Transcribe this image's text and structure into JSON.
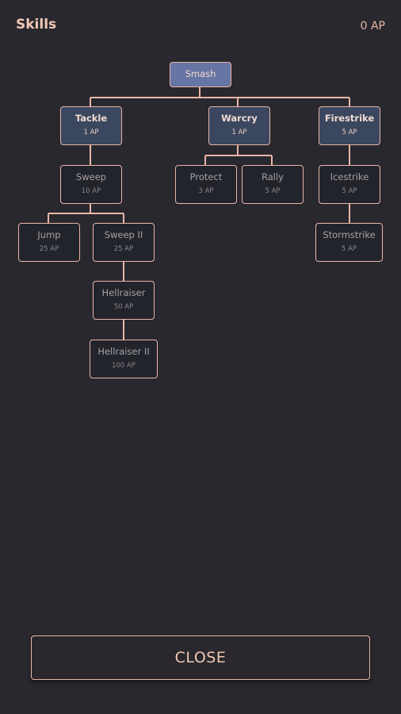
{
  "header": {
    "title": "Skills",
    "ap": "0 AP"
  },
  "colors": {
    "background": "#29282e",
    "accent": "#e9b6a6",
    "root_fill": "#6675a3",
    "learnable_fill": "#3b475f",
    "locked_fill": "#22242c"
  },
  "skills": {
    "smash": {
      "name": "Smash"
    },
    "tackle": {
      "name": "Tackle",
      "cost": "1 AP"
    },
    "warcry": {
      "name": "Warcry",
      "cost": "1 AP"
    },
    "firestrike": {
      "name": "Firestrike",
      "cost": "5 AP"
    },
    "sweep": {
      "name": "Sweep",
      "cost": "10 AP"
    },
    "protect": {
      "name": "Protect",
      "cost": "3 AP"
    },
    "rally": {
      "name": "Rally",
      "cost": "5 AP"
    },
    "icestrike": {
      "name": "Icestrike",
      "cost": "5 AP"
    },
    "jump": {
      "name": "Jump",
      "cost": "25 AP"
    },
    "sweep2": {
      "name": "Sweep II",
      "cost": "25 AP"
    },
    "stormstrike": {
      "name": "Stormstrike",
      "cost": "5 AP"
    },
    "hellraiser": {
      "name": "Hellraiser",
      "cost": "50 AP"
    },
    "hellraiser2": {
      "name": "Hellraiser II",
      "cost": "100 AP"
    }
  },
  "close_button": {
    "label": "CLOSE"
  }
}
